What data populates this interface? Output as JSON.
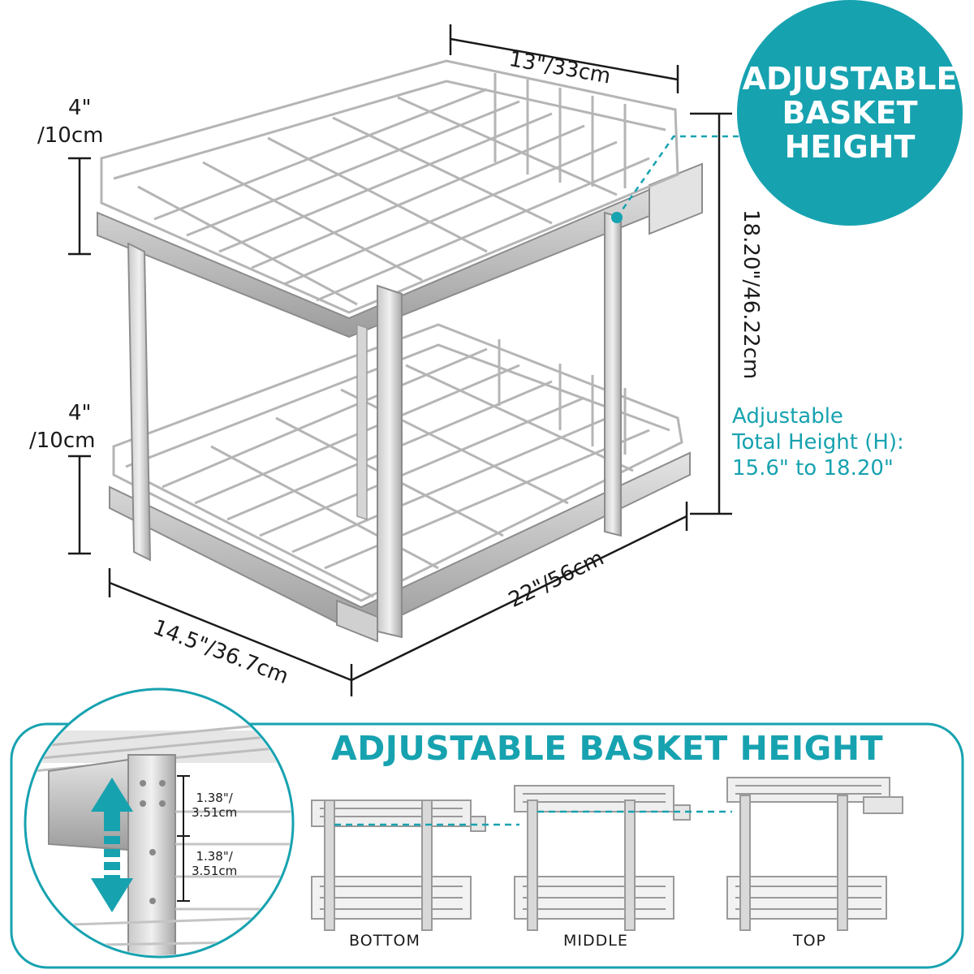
{
  "dimensions": {
    "top_width": "13\"/33cm",
    "top_basket_gap_line1": "4\"",
    "top_basket_gap_line2": "/10cm",
    "bottom_basket_gap_line1": "4\"",
    "bottom_basket_gap_line2": "/10cm",
    "total_height": "18.20\"/46.22cm",
    "front_width": "14.5\"/36.7cm",
    "depth": "22\"/56cm"
  },
  "badge": {
    "line1": "ADJUSTABLE",
    "line2": "BASKET",
    "line3": "HEIGHT"
  },
  "height_note": {
    "line1": "Adjustable",
    "line2": "Total Height (H):",
    "line3": "15.6\" to 18.20\""
  },
  "panel": {
    "title": "ADJUSTABLE BASKET HEIGHT",
    "step1_line1": "1.38\"/",
    "step1_line2": "3.51cm",
    "step2_line1": "1.38\"/",
    "step2_line2": "3.51cm",
    "positions": [
      "BOTTOM",
      "MIDDLE",
      "TOP"
    ]
  },
  "colors": {
    "accent": "#17a2b0",
    "frame": "#a9a9a9",
    "wire": "#b5b5b5",
    "text": "#1a1a1a"
  }
}
